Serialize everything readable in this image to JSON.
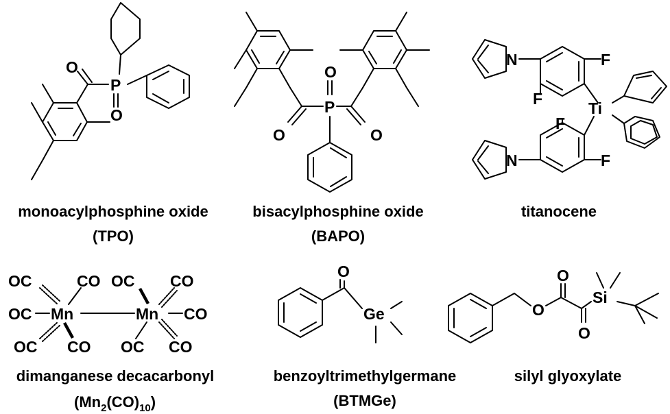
{
  "captions": {
    "tpo_name": "monoacylphosphine oxide",
    "tpo_abbr": "(TPO)",
    "bapo_name": "bisacylphosphine oxide",
    "bapo_abbr": "(BAPO)",
    "titanocene_name": "titanocene",
    "mn_name": "dimanganese decacarbonyl",
    "mn_abbr_open": "(Mn",
    "mn_abbr_sub1": "2",
    "mn_abbr_mid": "(CO)",
    "mn_abbr_sub2": "10",
    "mn_abbr_close": ")",
    "btmge_name": "benzoyltrimethylgermane",
    "btmge_abbr": "(BTMGe)",
    "silyl_name": "silyl glyoxylate"
  },
  "atoms": {
    "O": "O",
    "P": "P",
    "N": "N",
    "F": "F",
    "Ti": "Ti",
    "Mn": "Mn",
    "OC": "OC",
    "CO": "CO",
    "Ge": "Ge",
    "Si": "Si"
  }
}
